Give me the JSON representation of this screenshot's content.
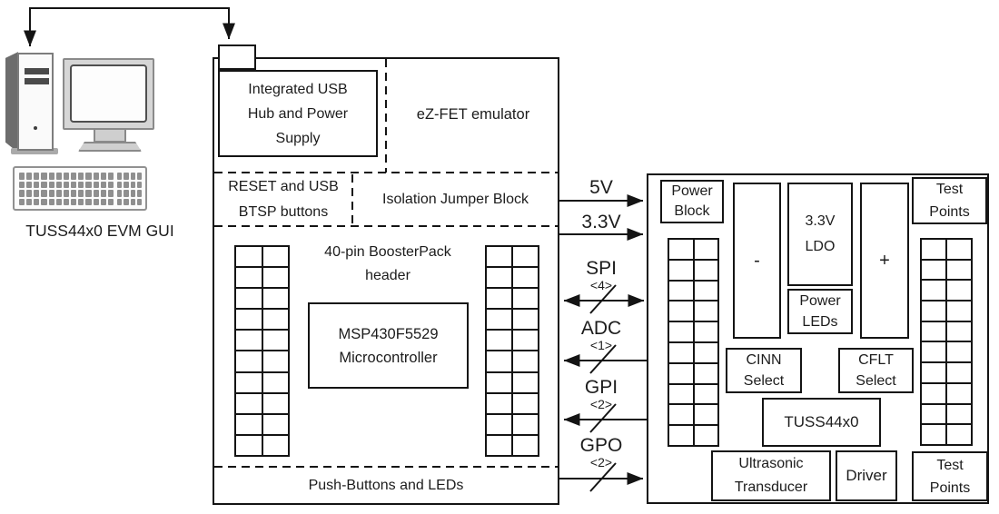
{
  "gui": {
    "caption": "TUSS44x0 EVM GUI"
  },
  "launchpad": {
    "usb_hub_label": "Integrated USB\nHub and Power\nSupply",
    "emulator_label": "eZ-FET emulator",
    "reset_buttons_label": "RESET and USB\nBTSP buttons",
    "isolation_label": "Isolation Jumper Block",
    "header_label": "40-pin BoosterPack\nheader",
    "mcu_label": "MSP430F5529\nMicrocontroller",
    "pushbuttons_label": "Push-Buttons and LEDs"
  },
  "signals": [
    {
      "name": "5V",
      "width": "",
      "direction": "to-evm"
    },
    {
      "name": "3.3V",
      "width": "",
      "direction": "to-evm"
    },
    {
      "name": "SPI",
      "width": "<4>",
      "direction": "bidirectional"
    },
    {
      "name": "ADC",
      "width": "<1>",
      "direction": "to-launchpad"
    },
    {
      "name": "GPI",
      "width": "<2>",
      "direction": "to-launchpad"
    },
    {
      "name": "GPO",
      "width": "<2>",
      "direction": "to-evm"
    }
  ],
  "evm": {
    "power_block_label": "Power\nBlock",
    "negative_rail_label": "-",
    "ldo_label": "3.3V\nLDO",
    "power_leds_label": "Power\nLEDs",
    "positive_rail_label": "+",
    "test_points_top_label": "Test\nPoints",
    "cinn_select_label": "CINN\nSelect",
    "cflt_select_label": "CFLT\nSelect",
    "device_label": "TUSS44x0",
    "transducer_label": "Ultrasonic\nTransducer",
    "driver_label": "Driver",
    "test_points_bottom_label": "Test\nPoints"
  },
  "colors": {
    "line": "#141414",
    "text": "#1c1c1c",
    "background": "#ffffff"
  }
}
